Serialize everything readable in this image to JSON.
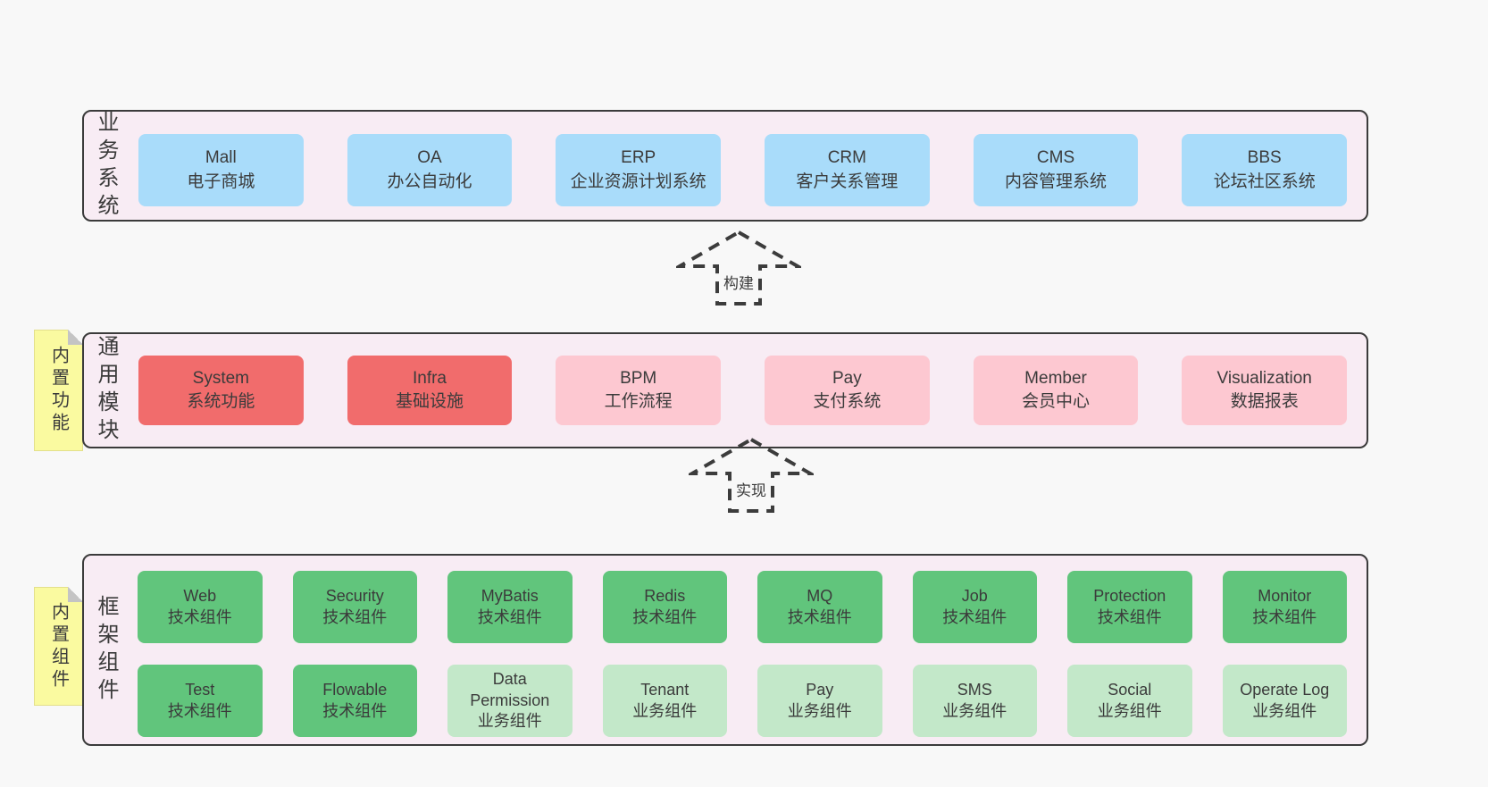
{
  "colors": {
    "page_bg": "#f8f8f8",
    "layer_bg": "#f8ecf4",
    "layer_border": "#3b3b3b",
    "box_blue": "#a9dcfa",
    "box_red": "#f16c6c",
    "box_pink": "#fdc8d1",
    "box_green": "#61c57c",
    "box_light_green": "#c3e8c9",
    "note_yellow": "#fafaa0",
    "text": "#3b3b3b"
  },
  "arrows": [
    {
      "label": "构建"
    },
    {
      "label": "实现"
    }
  ],
  "layers": [
    {
      "title": "业务系统",
      "boxes": [
        {
          "title": "Mall",
          "subtitle": "电子商城"
        },
        {
          "title": "OA",
          "subtitle": "办公自动化"
        },
        {
          "title": "ERP",
          "subtitle": "企业资源计划系统"
        },
        {
          "title": "CRM",
          "subtitle": "客户关系管理"
        },
        {
          "title": "CMS",
          "subtitle": "内容管理系统"
        },
        {
          "title": "BBS",
          "subtitle": "论坛社区系统"
        }
      ]
    },
    {
      "title": "通用模块",
      "note": "内置功能",
      "boxes": [
        {
          "title": "System",
          "subtitle": "系统功能"
        },
        {
          "title": "Infra",
          "subtitle": "基础设施"
        },
        {
          "title": "BPM",
          "subtitle": "工作流程"
        },
        {
          "title": "Pay",
          "subtitle": "支付系统"
        },
        {
          "title": "Member",
          "subtitle": "会员中心"
        },
        {
          "title": "Visualization",
          "subtitle": "数据报表"
        }
      ]
    },
    {
      "title": "框架组件",
      "note": "内置组件",
      "rows": [
        [
          {
            "title": "Web",
            "subtitle": "技术组件"
          },
          {
            "title": "Security",
            "subtitle": "技术组件"
          },
          {
            "title": "MyBatis",
            "subtitle": "技术组件"
          },
          {
            "title": "Redis",
            "subtitle": "技术组件"
          },
          {
            "title": "MQ",
            "subtitle": "技术组件"
          },
          {
            "title": "Job",
            "subtitle": "技术组件"
          },
          {
            "title": "Protection",
            "subtitle": "技术组件"
          },
          {
            "title": "Monitor",
            "subtitle": "技术组件"
          }
        ],
        [
          {
            "title": "Test",
            "subtitle": "技术组件"
          },
          {
            "title": "Flowable",
            "subtitle": "技术组件"
          },
          {
            "title": "Data Permission",
            "subtitle": "业务组件"
          },
          {
            "title": "Tenant",
            "subtitle": "业务组件"
          },
          {
            "title": "Pay",
            "subtitle": "业务组件"
          },
          {
            "title": "SMS",
            "subtitle": "业务组件"
          },
          {
            "title": "Social",
            "subtitle": "业务组件"
          },
          {
            "title": "Operate Log",
            "subtitle": "业务组件"
          }
        ]
      ]
    }
  ]
}
